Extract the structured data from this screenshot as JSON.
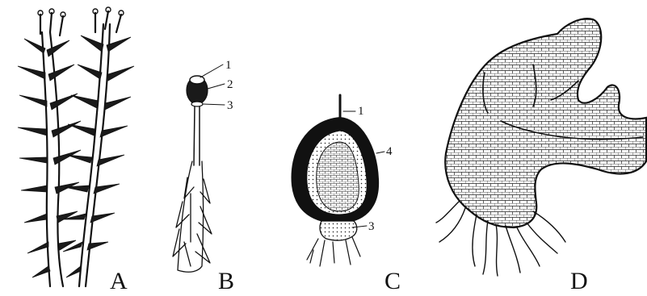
{
  "figure": {
    "panels": [
      {
        "id": "A",
        "label": "A"
      },
      {
        "id": "B",
        "label": "B",
        "callouts": [
          "1",
          "2",
          "3"
        ]
      },
      {
        "id": "C",
        "label": "C",
        "callouts": [
          "1",
          "4",
          "3"
        ]
      },
      {
        "id": "D",
        "label": "D"
      }
    ]
  }
}
